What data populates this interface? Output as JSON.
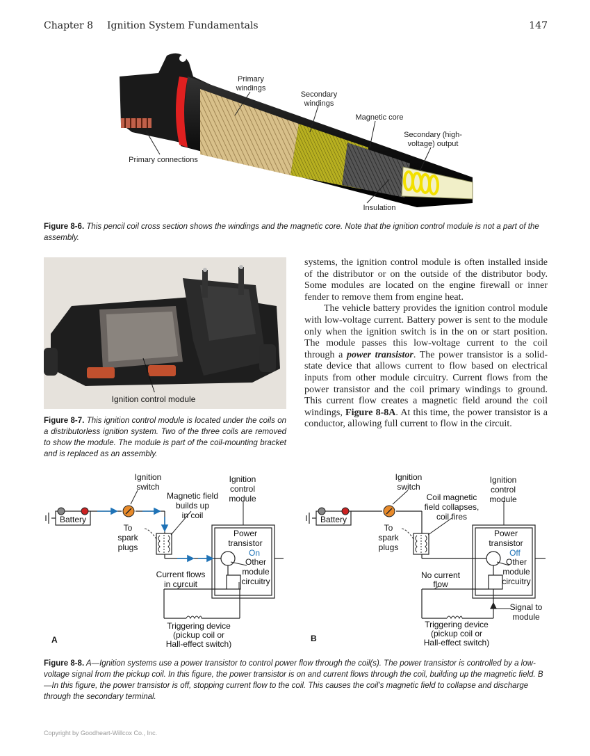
{
  "header": {
    "chapter": "Chapter 8",
    "chapter_title": "Ignition System Fundamentals",
    "page_number": "147"
  },
  "figure_8_6": {
    "labels": {
      "primary_windings": [
        "Primary",
        "windings"
      ],
      "secondary_windings": [
        "Secondary",
        "windings"
      ],
      "magnetic_core": "Magnetic core",
      "secondary_output": [
        "Secondary (high-",
        "voltage) output"
      ],
      "primary_connections": "Primary connections",
      "insulation": "Insulation"
    },
    "caption_label": "Figure 8-6.",
    "caption_text": "This pencil coil cross section shows the windings and the magnetic core. Note that the ignition control module is not a part of the assembly."
  },
  "figure_8_7": {
    "label": "Ignition control module",
    "caption_label": "Figure 8-7.",
    "caption_text": "This ignition control module is located under the coils on a distributorless ignition system. Two of the three coils are removed to show the module. The module is part of the coil-mounting bracket and is replaced as an assembly."
  },
  "body": {
    "p1": "systems, the ignition control module is often installed inside of the distributor or on the outside of the distributor body. Some modules are located on the engine firewall or inner fender to remove them from engine heat.",
    "p2_a": "The vehicle battery provides the ignition control module with low-voltage current. Battery power is sent to the module only when the ignition switch is in the on or start position. The module passes this low-voltage current to the coil through a ",
    "p2_term": "power transistor",
    "p2_b": ". The power transistor is a solid-state device that allows current to flow based on electrical inputs from other module circuitry. Current flows from the power transistor and the coil primary windings to ground. This current flow creates a magnetic field around the coil windings, ",
    "p2_ref": "Figure 8-8A",
    "p2_c": ". At this time, the power transistor is a conductor, allowing full current to flow in the circuit."
  },
  "figure_8_8": {
    "a": {
      "panel": "A",
      "ignition_switch": [
        "Ignition",
        "switch"
      ],
      "magnetic_field": [
        "Magnetic field",
        "builds up",
        "in coil"
      ],
      "ignition_control_module": [
        "Ignition",
        "control",
        "module"
      ],
      "battery": "Battery",
      "to_spark_plugs": [
        "To",
        "spark",
        "plugs"
      ],
      "power_transistor": [
        "Power",
        "transistor"
      ],
      "state": "On",
      "other_module": [
        "Other",
        "module",
        "circuitry"
      ],
      "current_flows": [
        "Current flows",
        "in curcuit"
      ],
      "triggering": [
        "Triggering device",
        "(pickup coil or",
        "Hall-effect switch)"
      ]
    },
    "b": {
      "panel": "B",
      "ignition_switch": [
        "Ignition",
        "switch"
      ],
      "coil_field": [
        "Coil magnetic",
        "field collapses,",
        "coil fires"
      ],
      "ignition_control_module": [
        "Ignition",
        "control",
        "module"
      ],
      "battery": "Battery",
      "to_spark_plugs": [
        "To",
        "spark",
        "plugs"
      ],
      "power_transistor": [
        "Power",
        "transistor"
      ],
      "state": "Off",
      "other_module": [
        "Other",
        "module",
        "circuitry"
      ],
      "no_current": [
        "No current",
        "flow"
      ],
      "signal": [
        "Signal to",
        "module"
      ],
      "triggering": [
        "Triggering device",
        "(pickup coil or",
        "Hall-effect switch)"
      ]
    },
    "caption_label": "Figure 8-8.",
    "caption_text": "A—Ignition systems use a power transistor to control power flow through the coil(s). The power transistor is controlled by a low-voltage signal from the pickup coil. In this figure, the power transistor is on and current flows through the coil, building up the magnetic field. B—In this figure, the power transistor is off, stopping current flow to the coil. This causes the coil’s magnetic field to collapse and discharge through the secondary terminal."
  },
  "colors": {
    "accent_blue": "#1f73b7",
    "switch_orange": "#e88a2a",
    "battery_red": "#cc2222"
  },
  "copyright": "Copyright by Goodheart-Willcox Co., Inc."
}
